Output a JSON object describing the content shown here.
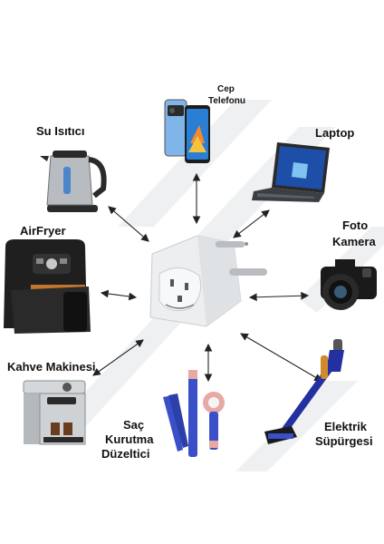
{
  "devices": {
    "phone": {
      "line1": "Cep",
      "line2": "Telefonu"
    },
    "kettle": {
      "label": "Su Isıtıcı"
    },
    "laptop": {
      "label": "Laptop"
    },
    "airfryer": {
      "label": "AirFryer"
    },
    "camera": {
      "line1": "Foto",
      "line2": "Kamera"
    },
    "coffee": {
      "label": "Kahve Makinesi"
    },
    "hair": {
      "line1": "Saç",
      "line2": "Kurutma",
      "line3": "Düzeltici"
    },
    "vacuum": {
      "line1": "Elektrik",
      "line2": "Süpürgesi"
    }
  },
  "colors": {
    "watermark": "#eef0f2",
    "arrow": "#222222",
    "adapter": "#eceef0",
    "pin": "#b9bcc0",
    "phone_screen": "#2a7fd4",
    "laptop_screen": "#1d4fa8",
    "vacuum": "#2230a0",
    "hair": "#3a4fc8",
    "hair_accent": "#e8a9a4"
  },
  "icons": [
    "adapter-plug-icon",
    "phone-icon",
    "kettle-icon",
    "laptop-icon",
    "airfryer-icon",
    "camera-icon",
    "coffee-machine-icon",
    "hair-tools-icon",
    "vacuum-icon"
  ]
}
